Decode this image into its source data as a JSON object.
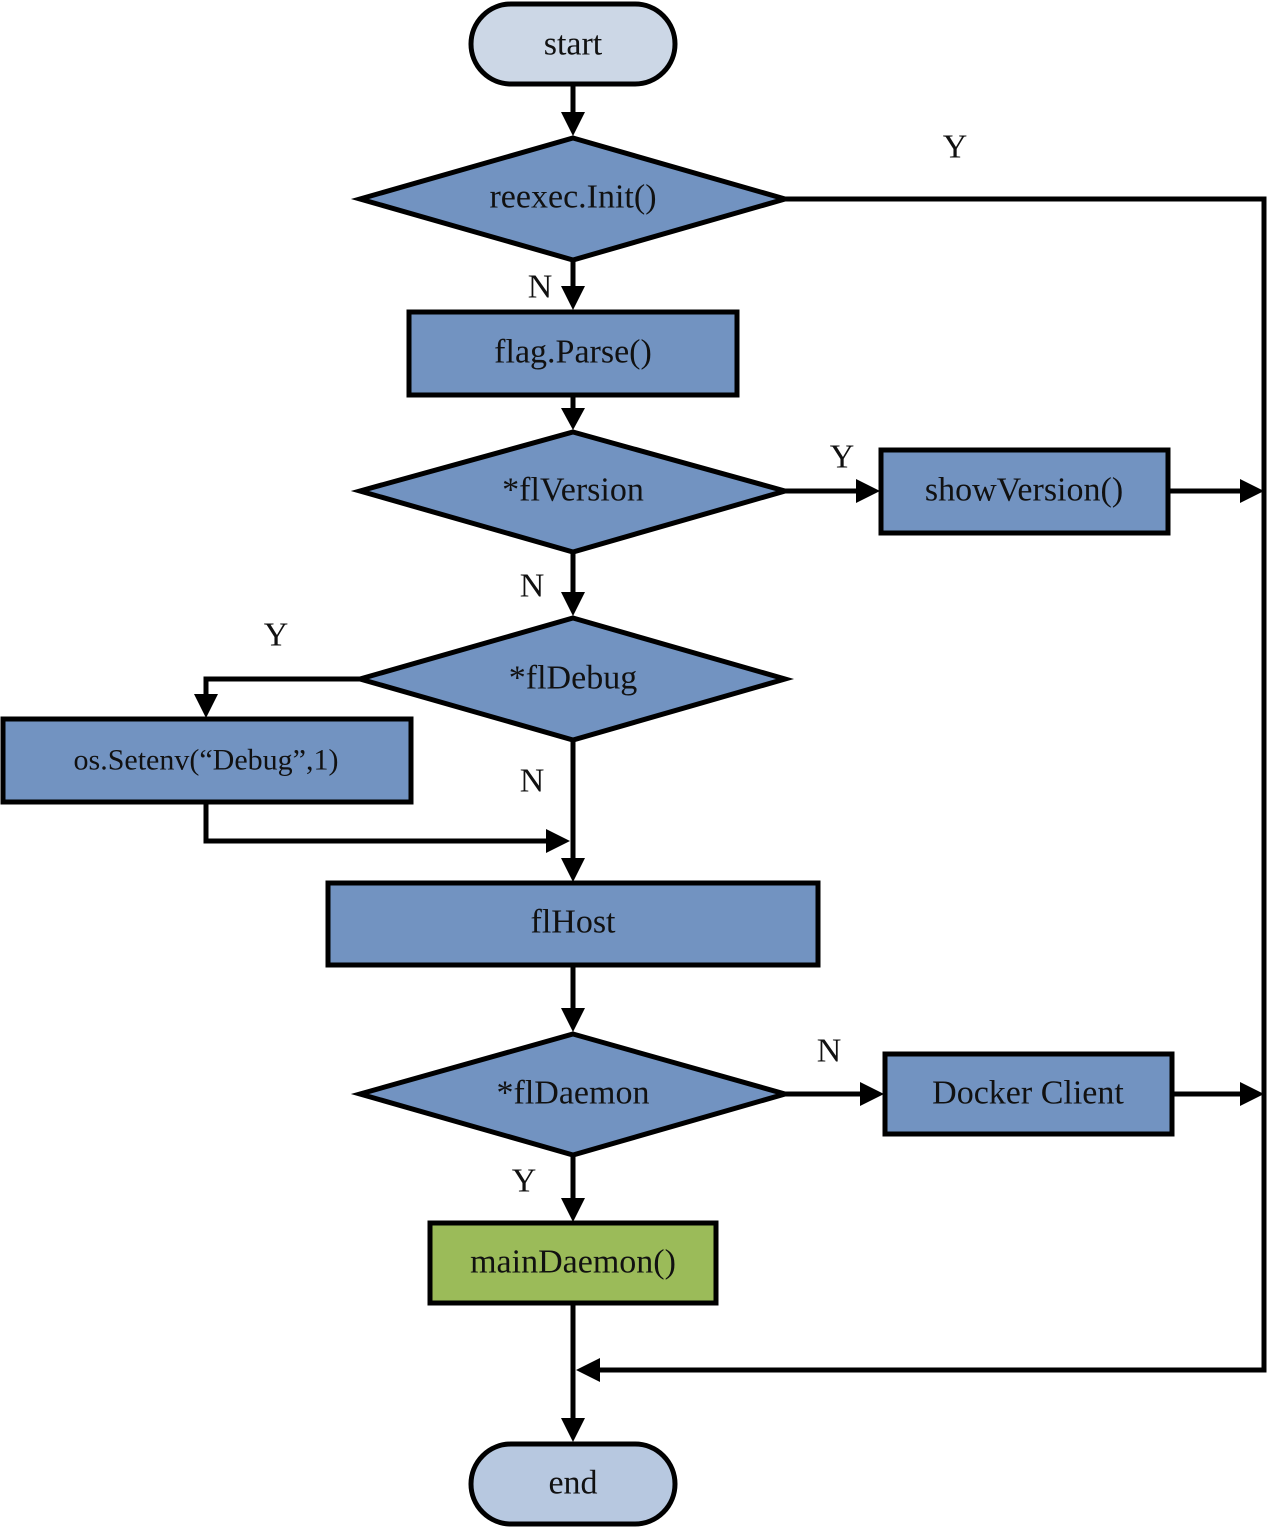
{
  "colors": {
    "process": "#7293c1",
    "terminal": "#ccd7e6",
    "terminal_end": "#b7c8e0",
    "highlight": "#9bbb59",
    "line": "#000000"
  },
  "nodes": {
    "start": "start",
    "reexec_init": "reexec.Init()",
    "flag_parse": "flag.Parse()",
    "fl_version": "*flVersion",
    "show_version": "showVersion()",
    "fl_debug": "*flDebug",
    "os_setenv": "os.Setenv(“Debug”,1)",
    "fl_host": "flHost",
    "fl_daemon": "*flDaemon",
    "docker_client": "Docker Client",
    "main_daemon": "mainDaemon()",
    "end": "end"
  },
  "edge_labels": {
    "reexec_yes": "Y",
    "reexec_no": "N",
    "version_yes": "Y",
    "version_no": "N",
    "debug_yes": "Y",
    "debug_no": "N",
    "daemon_no": "N",
    "daemon_yes": "Y"
  }
}
